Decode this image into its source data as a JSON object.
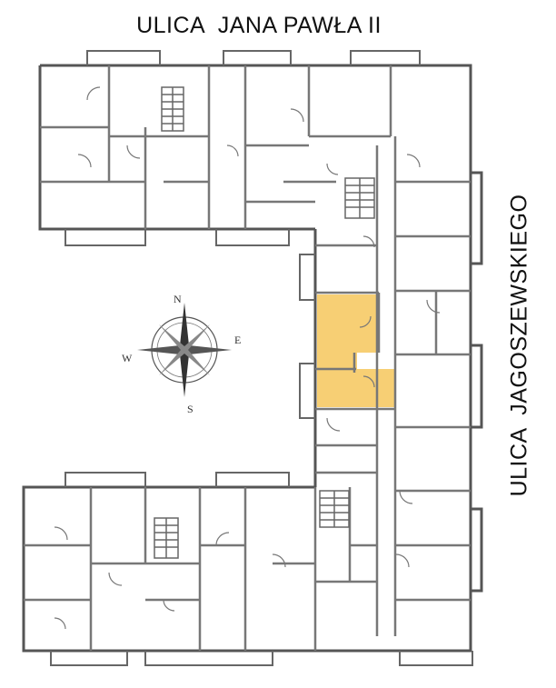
{
  "streets": {
    "top": "ULICA  JANA PAWŁA II",
    "right": "ULICA  JAGOSZEWSKIEGO"
  },
  "compass": {
    "n": "N",
    "e": "E",
    "s": "S",
    "w": "W"
  },
  "colors": {
    "wall": "#555555",
    "highlight": "#f7cf74",
    "background": "#ffffff"
  },
  "highlighted_unit": "selected apartment"
}
